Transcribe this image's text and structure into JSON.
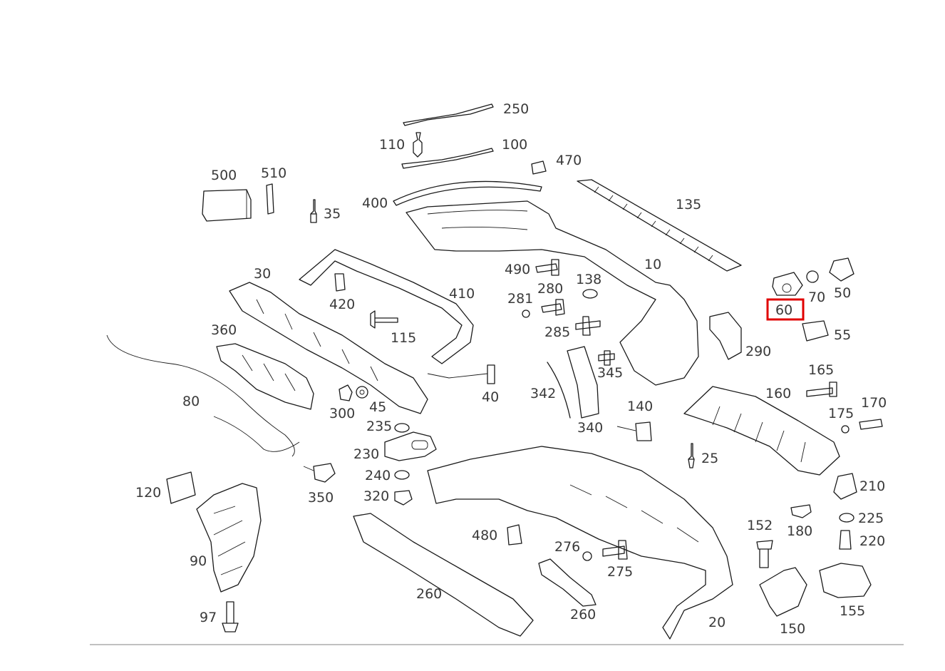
{
  "diagram": {
    "highlight_color": "#e00000",
    "highlighted_callout": "60",
    "callouts": {
      "c250": "250",
      "c110": "110",
      "c100": "100",
      "c470": "470",
      "c500": "500",
      "c510": "510",
      "c35": "35",
      "c400": "400",
      "c135": "135",
      "c30": "30",
      "c410": "410",
      "c420": "420",
      "c490": "490",
      "c138": "138",
      "c10": "10",
      "c280": "280",
      "c281": "281",
      "c70": "70",
      "c50": "50",
      "c60": "60",
      "c115": "115",
      "c285": "285",
      "c360": "360",
      "c55": "55",
      "c290": "290",
      "c345": "345",
      "c165": "165",
      "c160": "160",
      "c170": "170",
      "c175": "175",
      "c80": "80",
      "c40": "40",
      "c342": "342",
      "c300": "300",
      "c45": "45",
      "c140": "140",
      "c340": "340",
      "c235": "235",
      "c230": "230",
      "c25": "25",
      "c240": "240",
      "c120": "120",
      "c350": "350",
      "c320": "320",
      "c210": "210",
      "c225": "225",
      "c152": "152",
      "c180": "180",
      "c220": "220",
      "c480": "480",
      "c276": "276",
      "c90": "90",
      "c275": "275",
      "c260a": "260",
      "c260b": "260",
      "c155": "155",
      "c97": "97",
      "c20": "20",
      "c150": "150"
    }
  }
}
